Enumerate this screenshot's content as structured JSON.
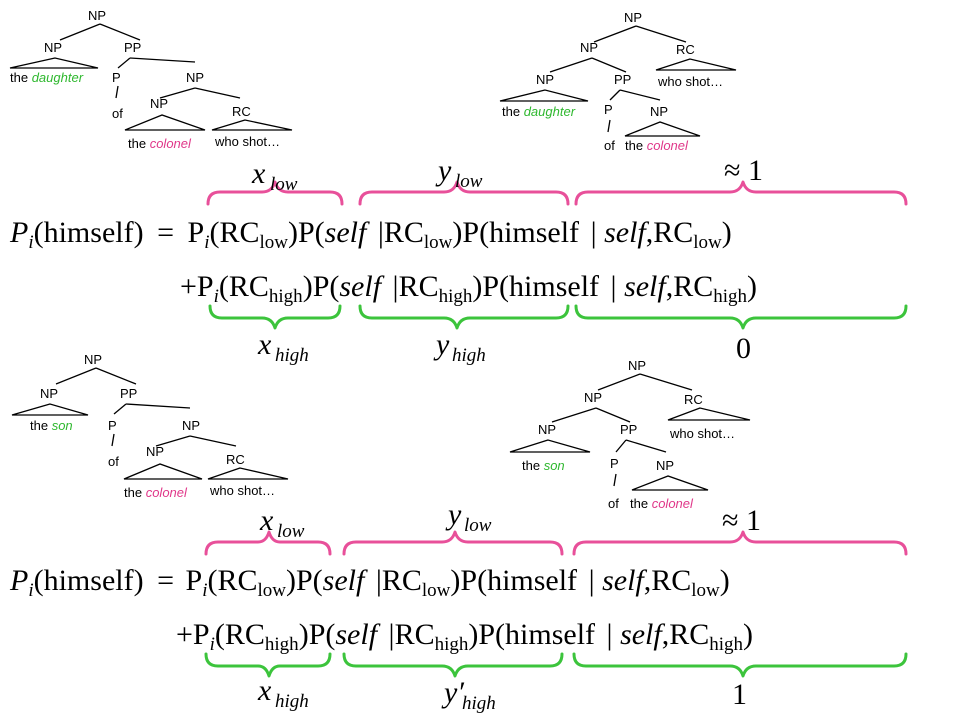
{
  "colors": {
    "green_word": "#2fb82f",
    "pink_word": "#e0388a",
    "brace_pink": "#e8509a",
    "brace_green": "#3cc43c"
  },
  "labels": {
    "np": "NP",
    "pp": "PP",
    "p": "P",
    "rc": "RC",
    "of": "of",
    "bar": "I"
  },
  "panel1": {
    "tree_low": {
      "leaf_np1_det": "the",
      "leaf_np1_noun": "daughter",
      "leaf_np2_det": "the",
      "leaf_np2_noun": "colonel",
      "leaf_rc": "who shot…"
    },
    "tree_high": {
      "leaf_np1_det": "the",
      "leaf_np1_noun": "daughter",
      "leaf_np2_det": "the",
      "leaf_np2_noun": "colonel",
      "leaf_rc": "who shot…"
    }
  },
  "panel2": {
    "tree_low": {
      "leaf_np1_det": "the",
      "leaf_np1_noun": "son",
      "leaf_np2_det": "the",
      "leaf_np2_noun": "colonel",
      "leaf_rc": "who shot…"
    },
    "tree_high": {
      "leaf_np1_det": "the",
      "leaf_np1_noun": "son",
      "leaf_np2_det": "the",
      "leaf_np2_noun": "colonel",
      "leaf_rc": "who shot…"
    }
  },
  "equation": {
    "P": "P",
    "i": "i",
    "himself": "(himself)",
    "eq": "=",
    "plus": "+",
    "rc_open": "(RC",
    "rc": "RC",
    "low": "low",
    "high": "high",
    "self": "self",
    "pcond": "P(",
    "bar": "|",
    "close": ")",
    "phimself": "P(himself",
    "comma": ",",
    "approx": "≈",
    "one": "1",
    "zero": "0",
    "x": "x",
    "y": "y",
    "y_prime": "y′"
  }
}
